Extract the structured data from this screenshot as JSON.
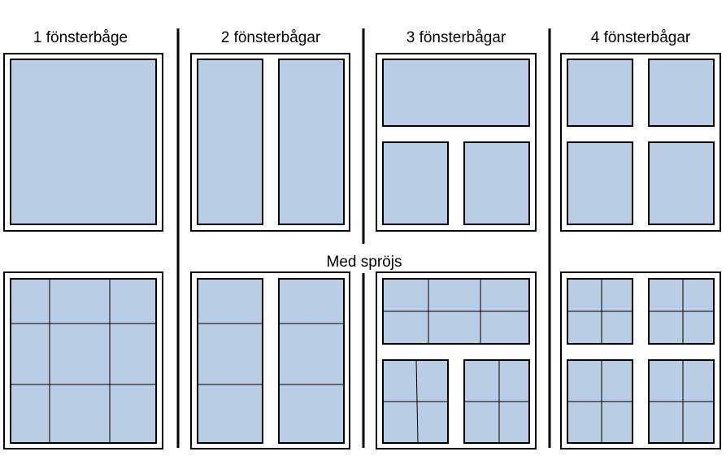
{
  "titles": [
    "1 fönsterbåge",
    "2 fönsterbågar",
    "3 fönsterbågar",
    "4 fönsterbågar"
  ],
  "middle_label": "Med spröjs",
  "colors": {
    "pane": "#b9cde4",
    "line": "#000000"
  }
}
